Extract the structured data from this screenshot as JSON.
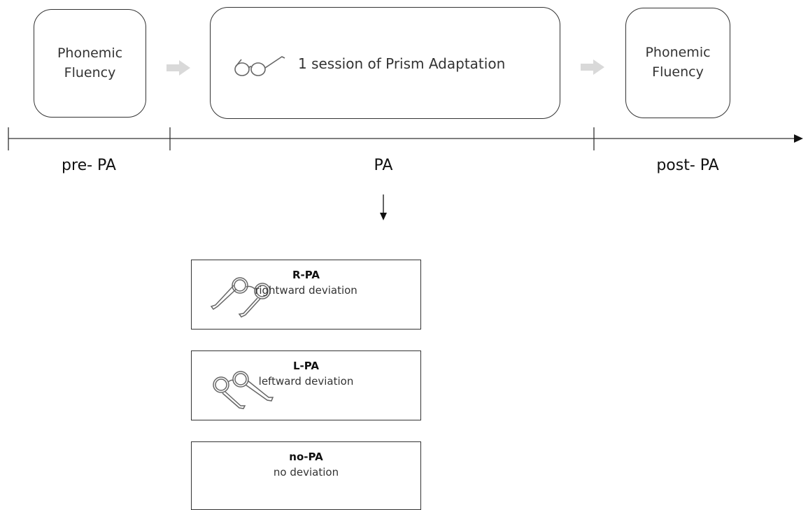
{
  "timeline": {
    "boxes": [
      {
        "id": "pre",
        "text": "Phonemic\nFluency"
      },
      {
        "id": "pa",
        "text": "1 session of Prism Adaptation",
        "icon": "glasses-icon"
      },
      {
        "id": "post",
        "text": "Phonemic\nFluency"
      }
    ],
    "phase_labels": [
      "pre- PA",
      "PA",
      "post- PA"
    ]
  },
  "conditions": [
    {
      "title": "R-PA",
      "subtitle": "rightward deviation",
      "icon": "glasses-right-icon"
    },
    {
      "title": "L-PA",
      "subtitle": "leftward deviation",
      "icon": "glasses-left-icon"
    },
    {
      "title": "no-PA",
      "subtitle": "no deviation",
      "icon": ""
    }
  ],
  "colors": {
    "line": "#333333",
    "gray_arrow": "#d9d9d9",
    "icon_stroke": "#555555"
  }
}
